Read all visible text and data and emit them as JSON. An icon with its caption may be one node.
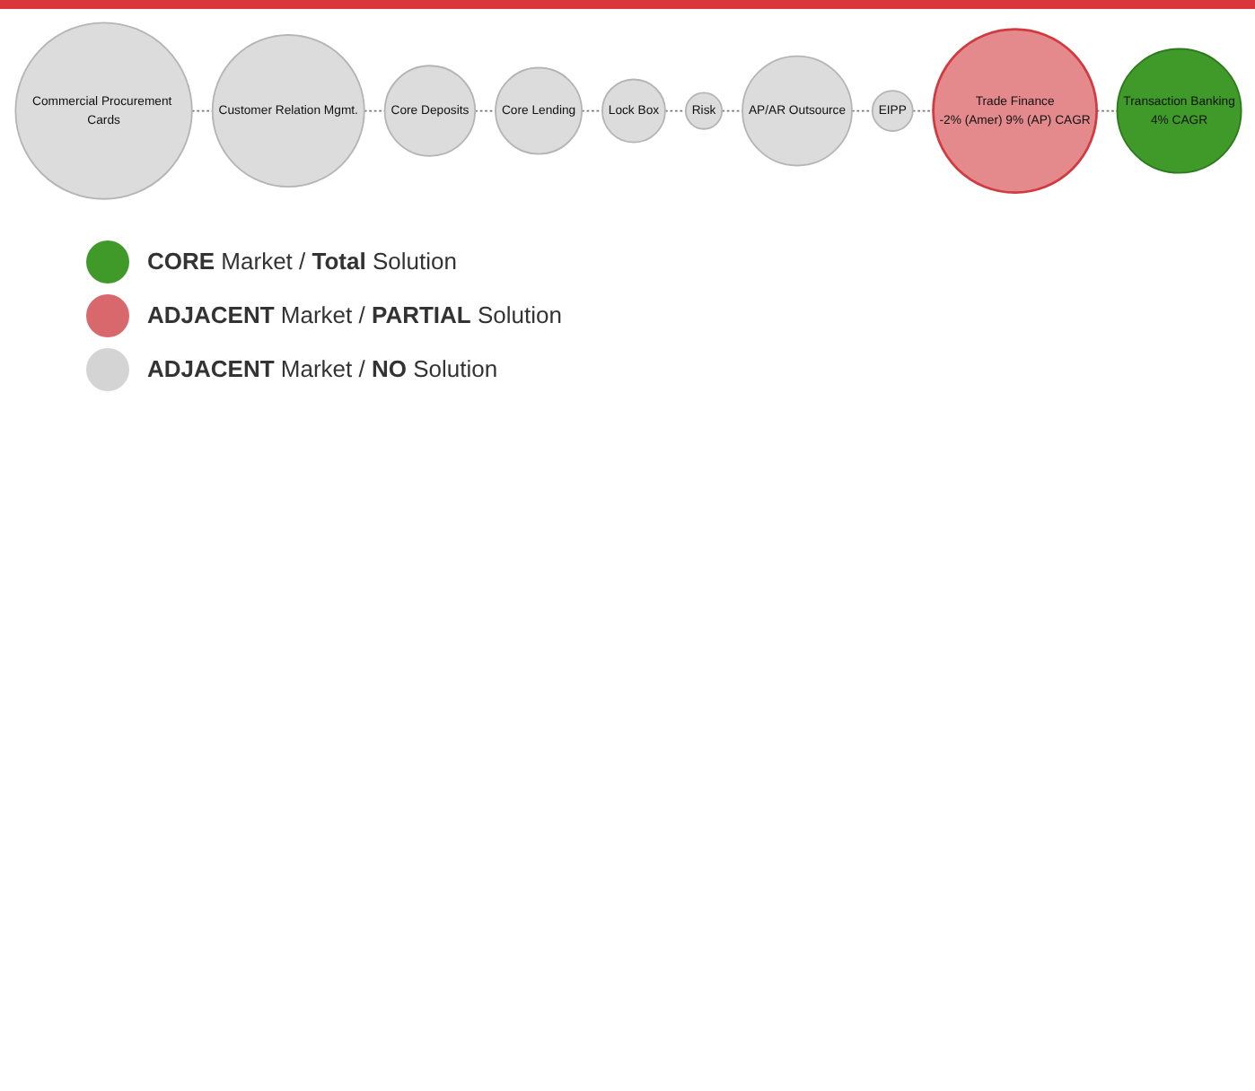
{
  "diagram": {
    "nodes": [
      {
        "text": [
          "Commercial Procurement Cards"
        ]
      },
      {
        "text": [
          "Customer Relation Mgmt."
        ]
      },
      {
        "text": [
          "Core Deposits"
        ]
      },
      {
        "text": [
          "Core Lending"
        ]
      },
      {
        "text": [
          "Lock Box"
        ]
      },
      {
        "text": [
          "Risk"
        ]
      },
      {
        "text": [
          "AP/AR Outsource"
        ]
      },
      {
        "text": [
          "EIPP"
        ]
      },
      {
        "text": [
          "Trade Finance",
          "-2% (Amer) 9% (AP) CAGR"
        ]
      },
      {
        "text": [
          "Transaction Banking",
          "4% CAGR"
        ]
      }
    ],
    "edges": [
      {
        "from": 0,
        "to": 1,
        "arrow": "none",
        "style": "dashed"
      },
      {
        "from": 1,
        "to": 2,
        "arrow": "none",
        "style": "dashed"
      },
      {
        "from": 2,
        "to": 3,
        "arrow": "none",
        "style": "dashed"
      },
      {
        "from": 3,
        "to": 4,
        "arrow": "none",
        "style": "dashed"
      },
      {
        "from": 4,
        "to": 5,
        "arrow": "none",
        "style": "dashed"
      },
      {
        "from": 5,
        "to": 6,
        "arrow": "none",
        "style": "dashed"
      },
      {
        "from": 6,
        "to": 7,
        "arrow": "none",
        "style": "dashed"
      },
      {
        "from": 7,
        "to": 8,
        "arrow": "none",
        "style": "dashed"
      },
      {
        "from": 8,
        "to": 9,
        "arrow": "none",
        "style": "dashed"
      }
    ],
    "legend": [
      {
        "text": "**CORE** Market / **Total** Solution",
        "color": "#3f9a2a"
      },
      {
        "text": "**ADJACENT** Market / **PARTIAL** Solution",
        "color": "#d9686c"
      },
      {
        "text": "**ADJACENT** Market / **NO** Solution",
        "color": "#d4d4d4"
      }
    ]
  }
}
